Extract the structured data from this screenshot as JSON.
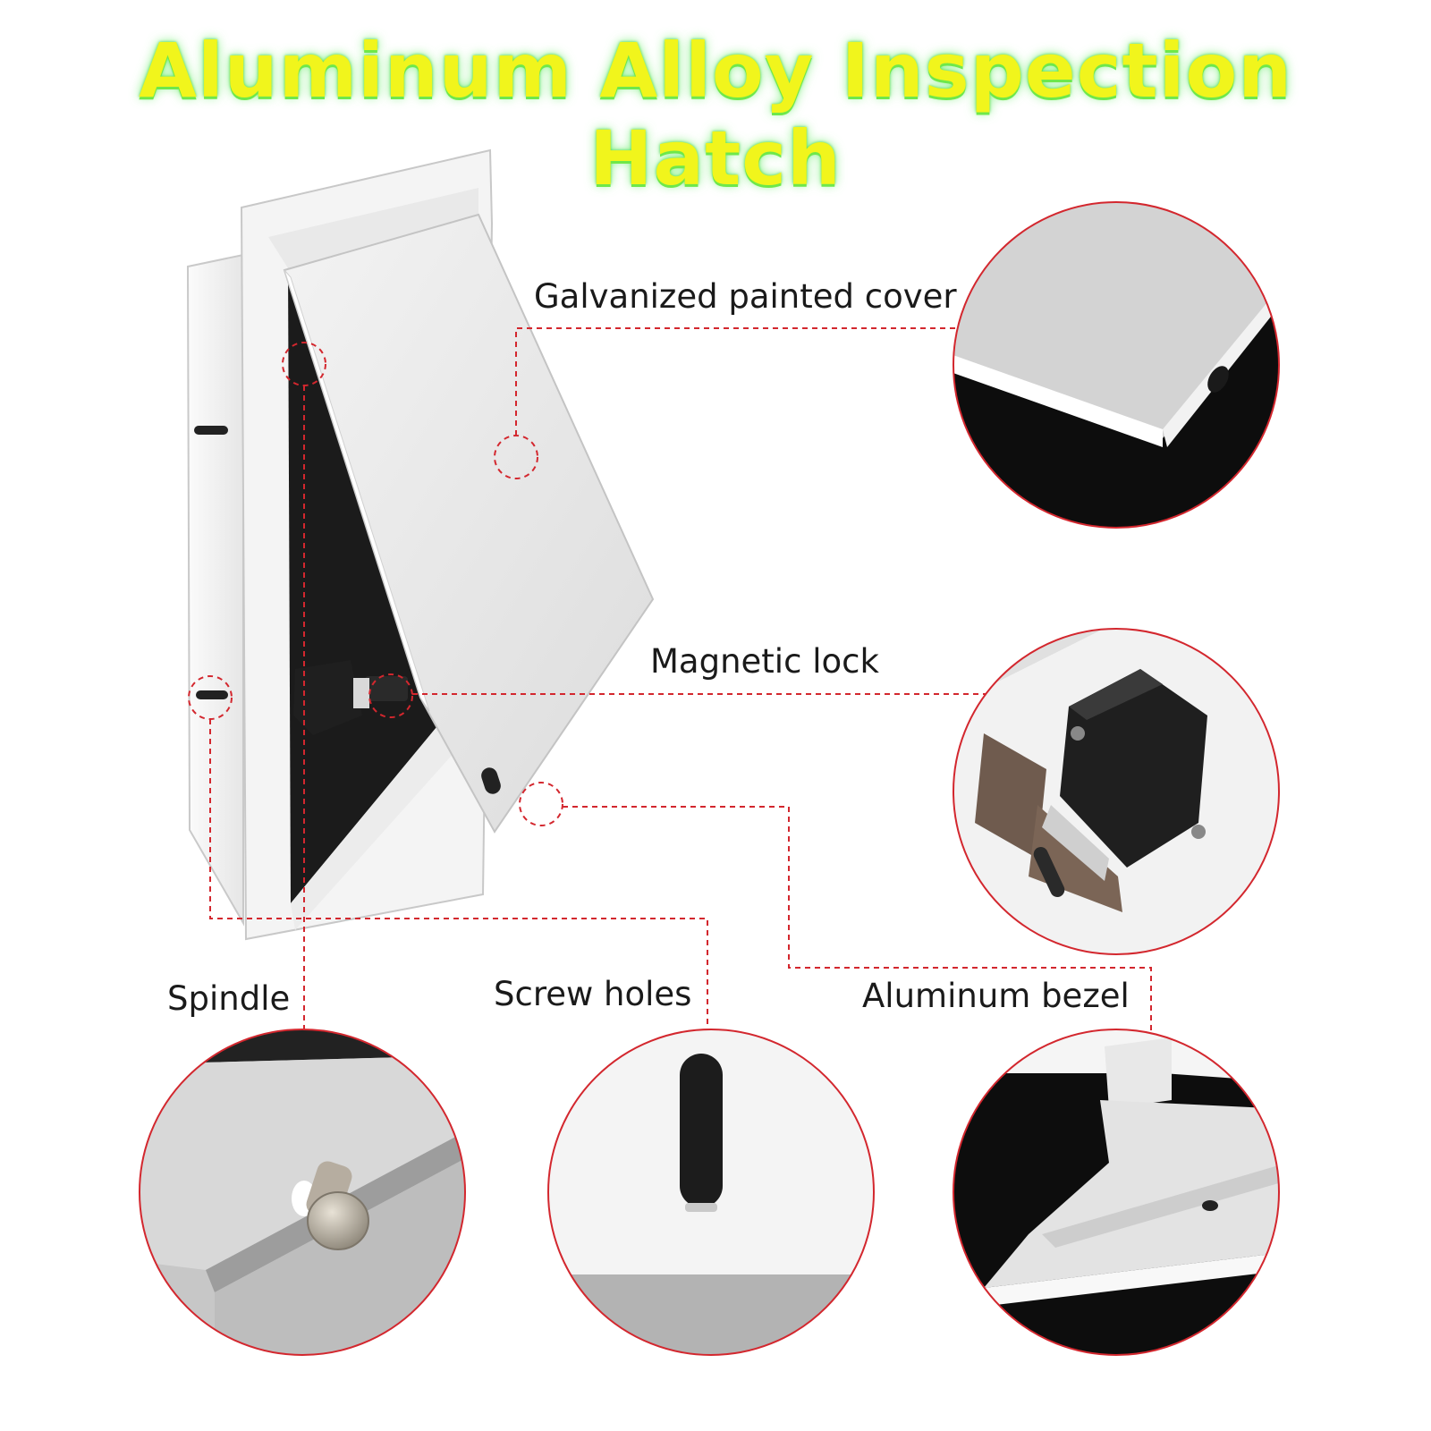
{
  "title": "Aluminum Alloy Inspection Hatch",
  "callouts": {
    "cover": "Galvanized painted cover",
    "lock": "Magnetic lock",
    "spindle": "Spindle",
    "screw_holes": "Screw holes",
    "bezel": "Aluminum bezel"
  },
  "colors": {
    "callout_line": "#d3272e",
    "title_fill": "#f1f51c",
    "title_glow": "#6ee84a"
  }
}
